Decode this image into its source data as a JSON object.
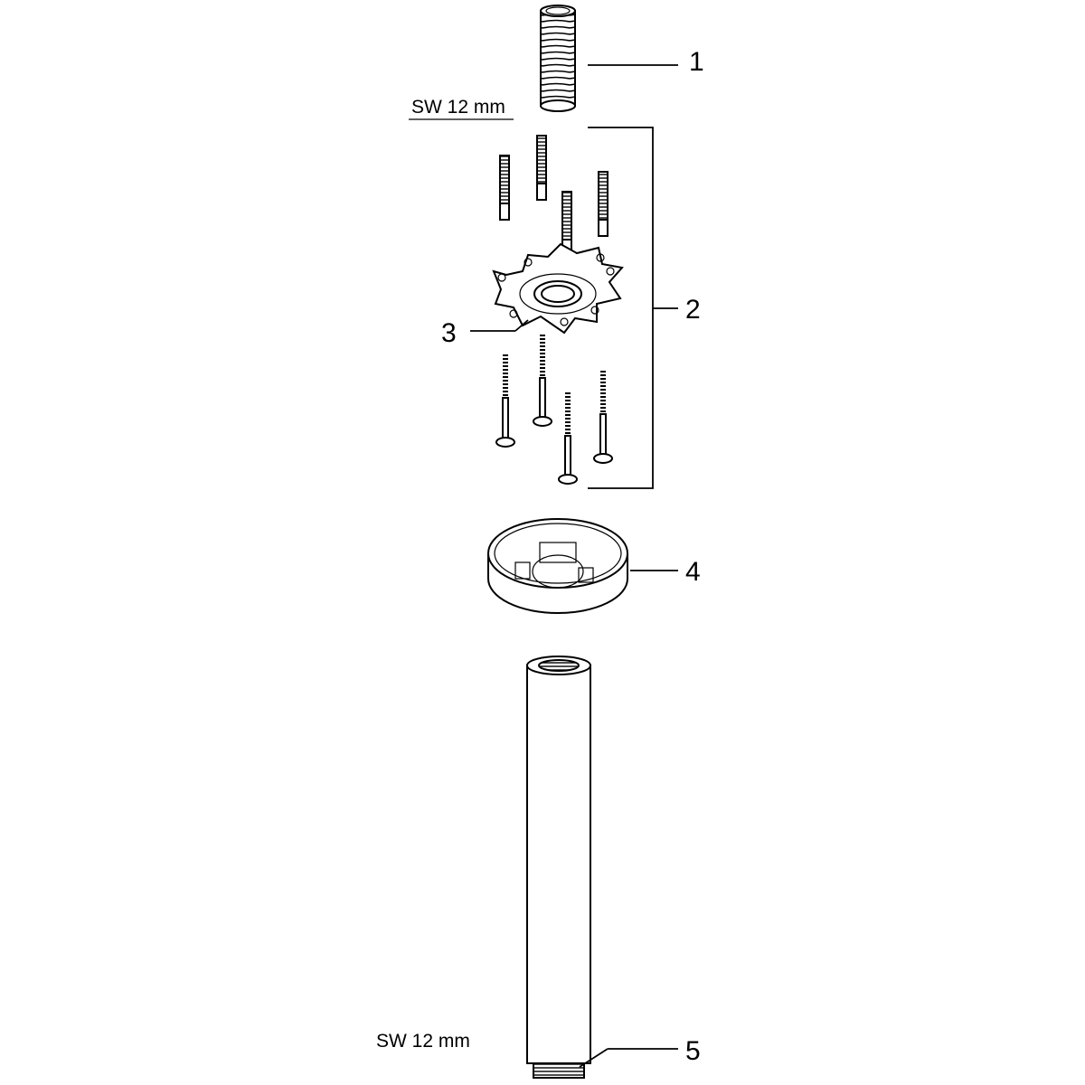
{
  "callouts": [
    {
      "number": "1"
    },
    {
      "number": "2"
    },
    {
      "number": "3"
    },
    {
      "number": "4"
    },
    {
      "number": "5"
    }
  ],
  "tools": [
    {
      "label": "SW 12 mm"
    },
    {
      "label": "SW 12 mm"
    }
  ]
}
